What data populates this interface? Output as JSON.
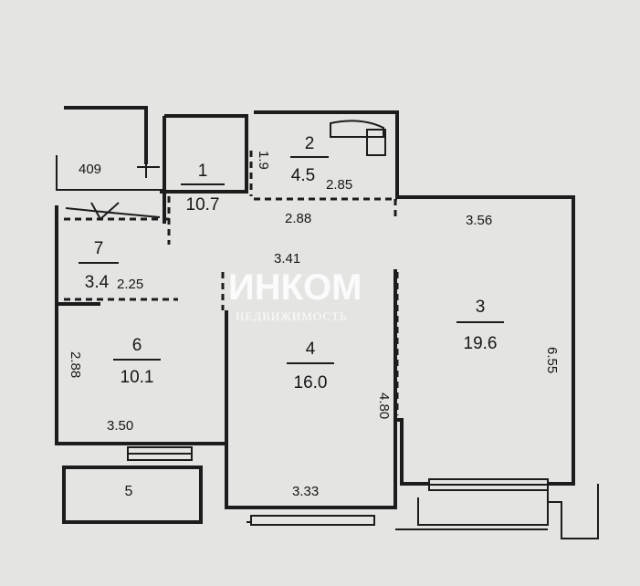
{
  "rooms": [
    {
      "id": "1",
      "number": "1",
      "area": "10.7"
    },
    {
      "id": "2",
      "number": "2",
      "area": "4.5"
    },
    {
      "id": "3",
      "number": "3",
      "area": "19.6"
    },
    {
      "id": "4",
      "number": "4",
      "area": "16.0"
    },
    {
      "id": "5",
      "number": "5"
    },
    {
      "id": "6",
      "number": "6",
      "area": "10.1"
    },
    {
      "id": "7",
      "number": "7",
      "area": "3.4"
    }
  ],
  "dimensions": {
    "d409": "409",
    "d285": "2.85",
    "d288": "2.88",
    "d356": "3.56",
    "d341": "3.41",
    "d225": "2.25",
    "d350": "3.50",
    "d333": "3.33",
    "d480": "4.80",
    "d655": "6.55",
    "d288v": "2.88",
    "d19v": "1.9"
  },
  "watermark": {
    "brand": "ИНКОМ",
    "subtitle": "НЕДВИЖИМОСТЬ"
  }
}
